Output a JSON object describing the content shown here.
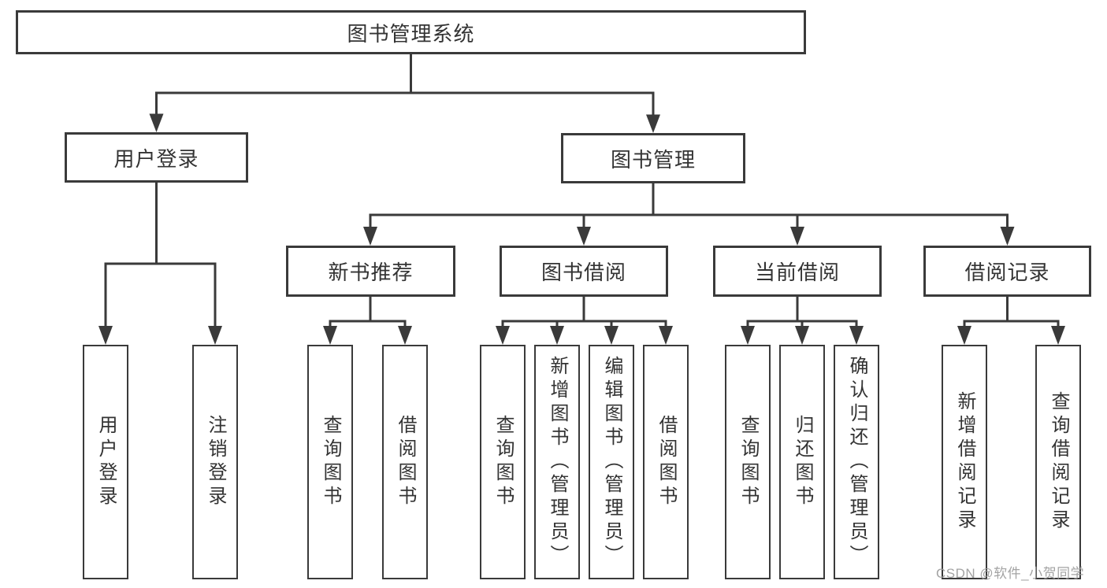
{
  "tree": {
    "label": "图书管理系统",
    "children": [
      {
        "label": "用户登录",
        "children": [
          {
            "label": "用户登录"
          },
          {
            "label": "注销登录"
          }
        ]
      },
      {
        "label": "图书管理",
        "children": [
          {
            "label": "新书推荐",
            "children": [
              {
                "label": "查询图书"
              },
              {
                "label": "借阅图书"
              }
            ]
          },
          {
            "label": "图书借阅",
            "children": [
              {
                "label": "查询图书"
              },
              {
                "label": "新增图书（管理员）"
              },
              {
                "label": "编辑图书（管理员）"
              },
              {
                "label": "借阅图书"
              }
            ]
          },
          {
            "label": "当前借阅",
            "children": [
              {
                "label": "查询图书"
              },
              {
                "label": "归还图书"
              },
              {
                "label": "确认归还（管理员）"
              }
            ]
          },
          {
            "label": "借阅记录",
            "children": [
              {
                "label": "新增借阅记录"
              },
              {
                "label": "查询借阅记录"
              }
            ]
          }
        ]
      }
    ]
  },
  "watermark": {
    "text": "CSDN @软件_小贺同学"
  },
  "colors": {
    "line": "#3a3a3a",
    "box_border": "#3a3a3a",
    "text": "#333333",
    "watermark": "#9b9b9b",
    "background": "#ffffff"
  }
}
